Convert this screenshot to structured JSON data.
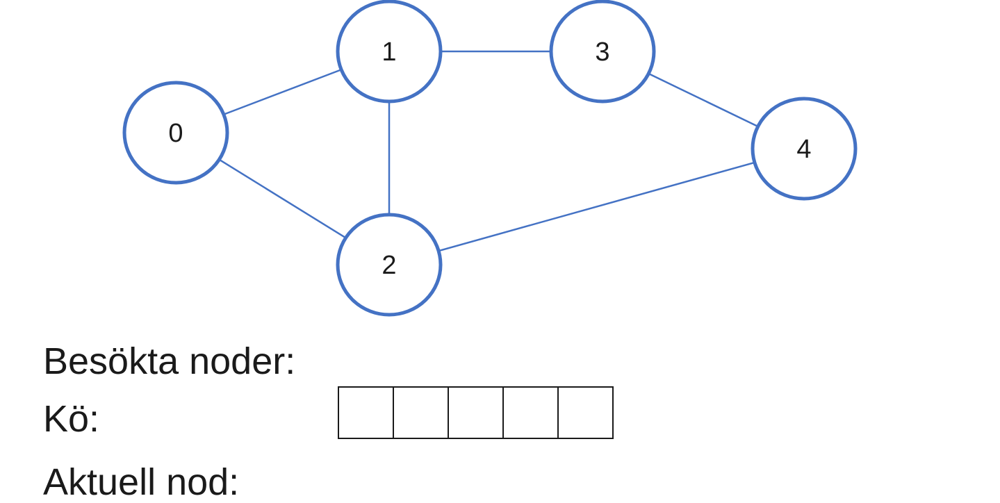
{
  "colors": {
    "node_stroke": "#4472c4",
    "edge_stroke": "#4472c4",
    "text": "#1a1a1a"
  },
  "graph": {
    "nodes": [
      {
        "id": "0",
        "label": "0"
      },
      {
        "id": "1",
        "label": "1"
      },
      {
        "id": "2",
        "label": "2"
      },
      {
        "id": "3",
        "label": "3"
      },
      {
        "id": "4",
        "label": "4"
      }
    ],
    "edges": [
      {
        "from": "0",
        "to": "1"
      },
      {
        "from": "0",
        "to": "2"
      },
      {
        "from": "1",
        "to": "2"
      },
      {
        "from": "1",
        "to": "3"
      },
      {
        "from": "3",
        "to": "4"
      },
      {
        "from": "2",
        "to": "4"
      }
    ]
  },
  "labels": {
    "visited": "Besökta noder:",
    "queue": "Kö:",
    "current": "Aktuell nod:"
  },
  "queue": {
    "slots": [
      "",
      "",
      "",
      "",
      ""
    ]
  }
}
